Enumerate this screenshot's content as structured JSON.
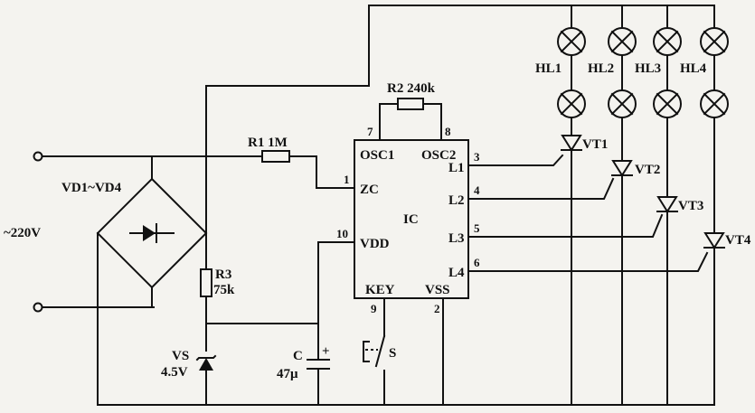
{
  "labels": {
    "supply": "~220V",
    "bridge": "VD1~VD4",
    "r1": "R1  1M",
    "r2": "R2  240k",
    "r3_name": "R3",
    "r3_value": "75k",
    "vs_name": "VS",
    "vs_value": "4.5V",
    "c_name": "C",
    "c_value": "47μ",
    "c_polarity": "+",
    "switch": "S",
    "ic": "IC",
    "vt1": "VT1",
    "vt2": "VT2",
    "vt3": "VT3",
    "vt4": "VT4",
    "hl1": "HL1",
    "hl2": "HL2",
    "hl3": "HL3",
    "hl4": "HL4"
  },
  "ic_pins": {
    "osc1": "OSC1",
    "osc2": "OSC2",
    "zc": "ZC",
    "vdd": "VDD",
    "l1": "L1",
    "l2": "L2",
    "l3": "L3",
    "l4": "L4",
    "key": "KEY",
    "vss": "VSS"
  },
  "pin_numbers": {
    "p1": "1",
    "p2": "2",
    "p3": "3",
    "p4": "4",
    "p5": "5",
    "p6": "6",
    "p7": "7",
    "p8": "8",
    "p9": "9",
    "p10": "10"
  }
}
